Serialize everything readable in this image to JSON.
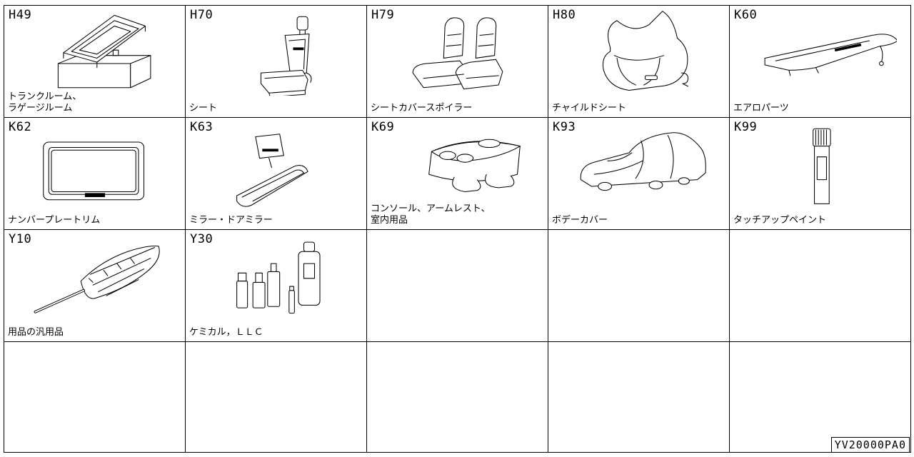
{
  "cells": [
    {
      "code": "H49",
      "label": "トランクルーム、\n ラゲージルーム",
      "icon": "trunk-box-icon"
    },
    {
      "code": "H70",
      "label": "シート",
      "icon": "car-seat-icon"
    },
    {
      "code": "H79",
      "label": "シートカバースポイラー",
      "icon": "seat-cover-icon"
    },
    {
      "code": "H80",
      "label": "チャイルドシート",
      "icon": "child-seat-icon"
    },
    {
      "code": "K60",
      "label": "エアロパーツ",
      "icon": "aero-spoiler-icon"
    },
    {
      "code": "K62",
      "label": "ナンバープレートリム",
      "icon": "plate-rim-icon"
    },
    {
      "code": "K63",
      "label": "ミラー・ドアミラー",
      "icon": "mirror-icon"
    },
    {
      "code": "K69",
      "label": "コンソール、アームレスト、\n室内用品",
      "icon": "console-icon"
    },
    {
      "code": "K93",
      "label": "ボデーカバー",
      "icon": "car-cover-icon"
    },
    {
      "code": "K99",
      "label": "タッチアップペイント",
      "icon": "touchup-paint-icon"
    },
    {
      "code": "Y10",
      "label": "用品の汎用品",
      "icon": "duster-icon"
    },
    {
      "code": "Y30",
      "label": "ケミカル，ＬＬＣ",
      "icon": "chemical-bottles-icon"
    }
  ],
  "reference": "YV20000PA0"
}
